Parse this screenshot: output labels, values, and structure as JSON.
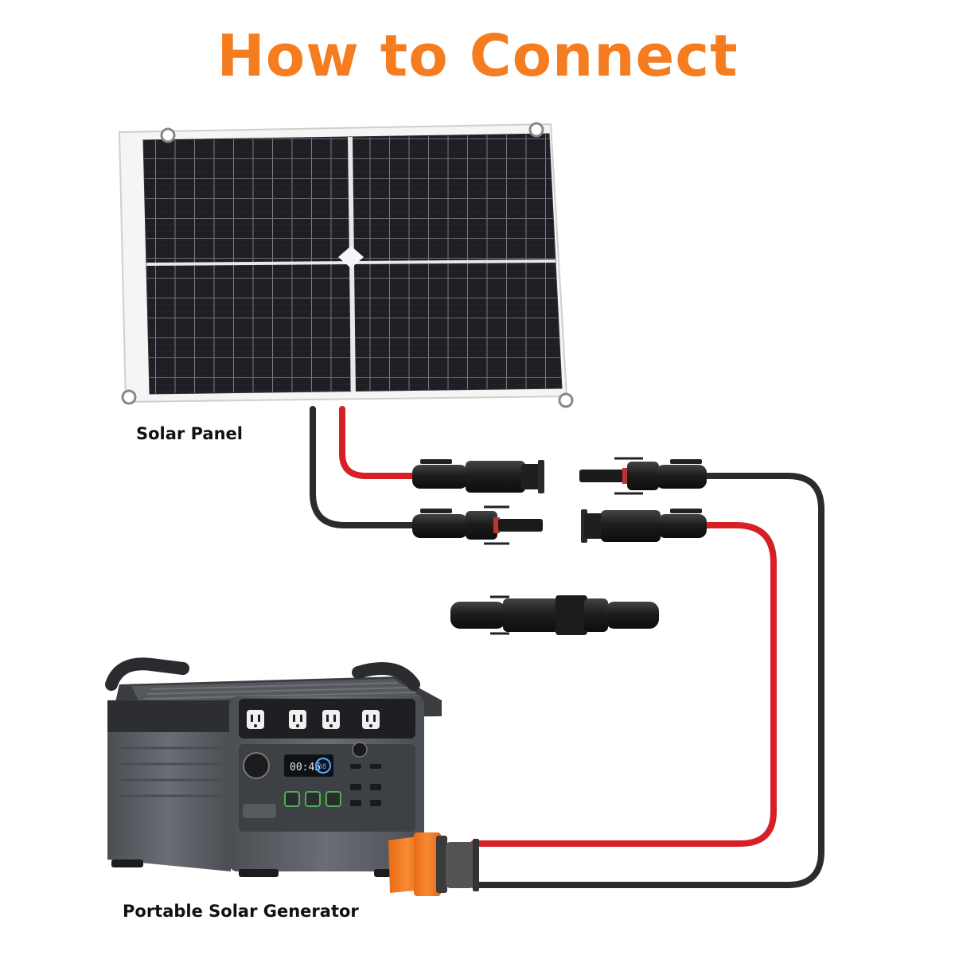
{
  "title": "How to Connect",
  "labels": {
    "solar_panel": "Solar Panel",
    "generator": "Portable Solar Generator"
  },
  "generator_display": {
    "readout": "00:45",
    "percent": "88"
  },
  "colors": {
    "title": "#f57c1f",
    "positive_cable": "#d61f26",
    "negative_cable": "#2b2b2b",
    "connector_orange": "#f07c22",
    "panel_cells": "#1c1c22",
    "panel_frame": "#f4f4f4",
    "generator_body": "#5e6268",
    "generator_dark": "#2c2e31",
    "lcd_blue": "#5aa9ff"
  },
  "icons": [
    "solar-panel-icon",
    "mc4-connector-icon",
    "xt60-connector-icon",
    "power-station-icon"
  ]
}
